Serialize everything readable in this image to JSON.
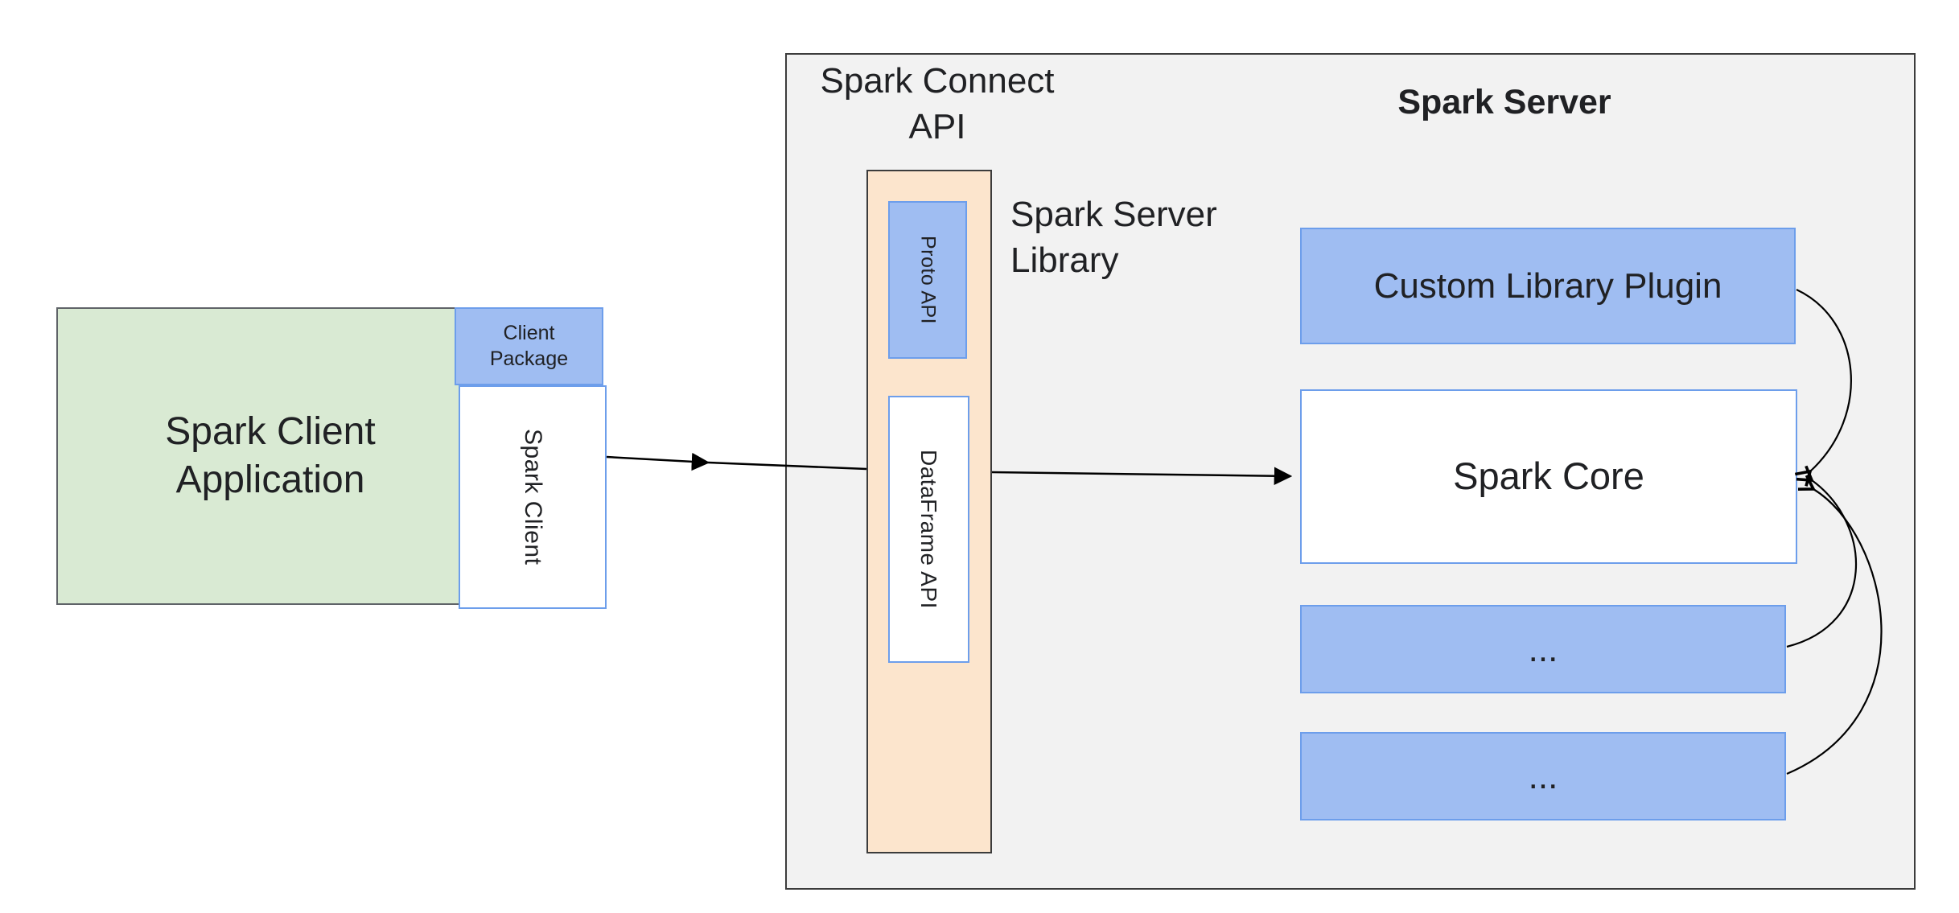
{
  "colors": {
    "green_fill": "#d9ead3",
    "blue_fill": "#9fbdf2",
    "blue_border": "#6d9eeb",
    "yellow_fill": "#fce5cd",
    "gray_fill": "#f2f2f2",
    "dark_border": "#3c3c3c",
    "text": "#202124",
    "arrow": "#000000"
  },
  "client": {
    "app_label": "Spark Client Application",
    "package_label": "Client Package",
    "client_label": "Spark Client"
  },
  "connect_api": {
    "title": "Spark Connect API",
    "proto_label": "Proto API",
    "dataframe_label": "DataFrame API",
    "library_label": "Spark Server Library"
  },
  "server": {
    "title": "Spark Server",
    "plugin_label": "Custom Library Plugin",
    "core_label": "Spark Core",
    "placeholder_1": "...",
    "placeholder_2": "..."
  }
}
